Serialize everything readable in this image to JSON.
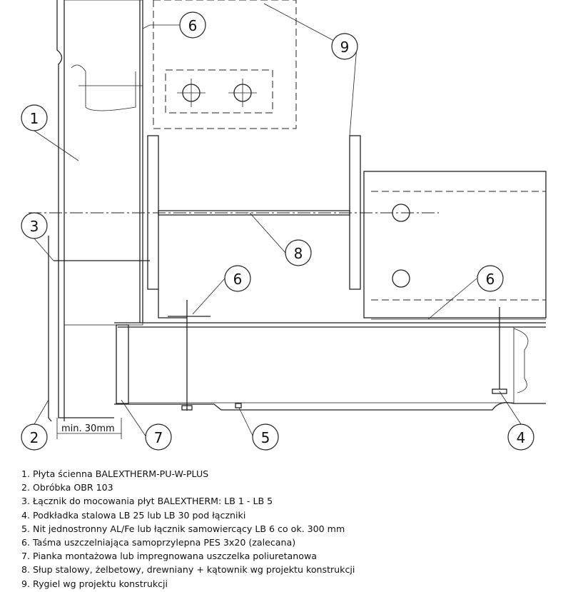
{
  "callouts": {
    "c6a": "6",
    "c9": "9",
    "c1": "1",
    "c3": "3",
    "c8": "8",
    "c6b": "6",
    "c6c": "6",
    "c2": "2",
    "c7": "7",
    "c5": "5",
    "c4": "4"
  },
  "dimension_label": "min. 30mm",
  "legend": [
    "1. Płyta ścienna BALEXTHERM-PU-W-PLUS",
    "2. Obróbka OBR 103",
    "3. Łącznik do mocowania płyt BALEXTHERM: LB 1 - LB 5",
    "4. Podkładka stalowa LB 25 lub LB 30 pod łączniki",
    "5. Nit jednostronny AL/Fe lub łącznik samowiercący LB 6 co ok. 300 mm",
    "6. Taśma uszczelniająca samoprzylepna PES 3x20 (zalecana)",
    "7. Pianka montażowa lub impregnowana uszczelka poliuretanowa",
    "8. Słup stalowy, żelbetowy, drewniany + kątownik wg projektu konstrukcji",
    "9. Rygiel wg projektu konstrukcji"
  ]
}
